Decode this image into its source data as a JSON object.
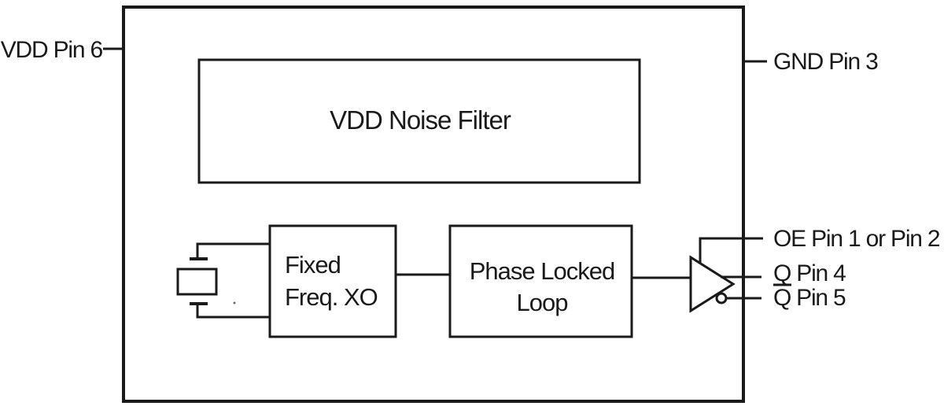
{
  "diagram": {
    "kind": "functional-block-diagram",
    "colors": {
      "line": "#1a1a1a",
      "text": "#1a1a1a",
      "background": "#ffffff"
    },
    "pins": {
      "vdd": {
        "label": "VDD Pin 6",
        "side": "left"
      },
      "gnd": {
        "label": "GND Pin 3",
        "side": "right"
      },
      "oe": {
        "label": "OE Pin 1 or Pin 2",
        "side": "right"
      },
      "q": {
        "label": "Q Pin 4",
        "side": "right"
      },
      "qbar": {
        "letter": "Q",
        "rest": "Pin 5",
        "overline_on_letter": true,
        "side": "right"
      }
    },
    "blocks": {
      "noise_filter": {
        "label": "VDD Noise Filter"
      },
      "xo": {
        "line1": "Fixed",
        "line2": "Freq. XO"
      },
      "pll": {
        "line1": "Phase Locked",
        "line2": "Loop"
      },
      "output_buffer": {
        "symbol": "triangle-buffer",
        "inverted_output": true
      },
      "crystal": {
        "symbol": "crystal-resonator"
      }
    }
  }
}
